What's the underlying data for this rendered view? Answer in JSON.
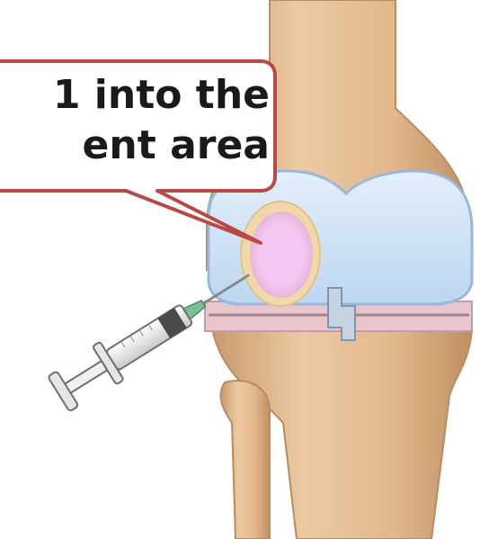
{
  "callout": {
    "line1": "1 into the",
    "line2": "ent area"
  },
  "colors": {
    "bone": "#ddb68d",
    "bone_shadow": "#c6976a",
    "bone_highlight": "#f0d2b0",
    "cartilage": "#cfe2f6",
    "cartilage_edge": "#a9c7e6",
    "defect": "#f2c8f0",
    "defect_ring": "#f0d29a",
    "meniscus": "#e6bfc8",
    "callout_border": "#b84a45",
    "syringe_body": "#eeeeee",
    "needle_hub": "#7bbf92"
  },
  "icons": [
    "syringe-icon",
    "knee-joint-illustration"
  ]
}
